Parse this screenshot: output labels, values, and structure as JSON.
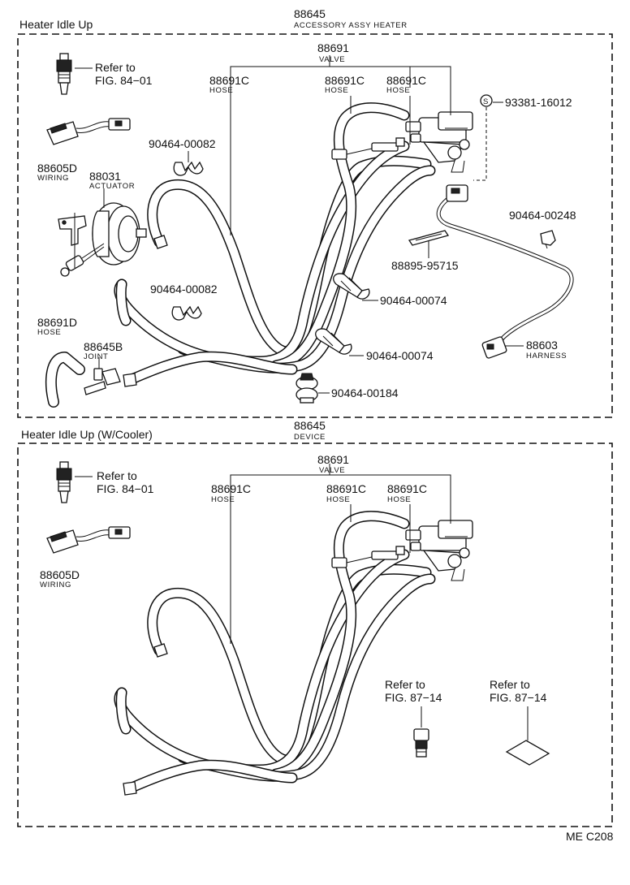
{
  "footer_code": "ME C208",
  "panel1": {
    "section_title": "Heater Idle Up",
    "assy_number": "88645",
    "assy_name": "ACCESSORY ASSY HEATER",
    "valve_number": "88691",
    "valve_name": "VALVE",
    "hose_left_number": "88691C",
    "hose_left_name": "HOSE",
    "hose_mid_number": "88691C",
    "hose_mid_name": "HOSE",
    "hose_right_number": "88691C",
    "hose_right_name": "HOSE",
    "refer_label": "Refer to",
    "refer_fig": "FIG. 84−01",
    "wiring_number": "88605D",
    "wiring_name": "WIRING",
    "actuator_number": "88031",
    "actuator_name": "ACTUATOR",
    "clip_top_number": "90464-00082",
    "clip_mid_number": "90464-00082",
    "hose_d_number": "88691D",
    "hose_d_name": "HOSE",
    "joint_number": "88645B",
    "joint_name": "JOINT",
    "screw_symbol": "S",
    "screw_number": "93381-16012",
    "clip_harness_number": "90464-00248",
    "label_part_number": "88895-95715",
    "clip_a_number": "90464-00074",
    "clip_b_number": "90464-00074",
    "clamp_number": "90464-00184",
    "harness_number": "88603",
    "harness_name": "HARNESS"
  },
  "panel2": {
    "section_title": "Heater Idle Up (W/Cooler)",
    "assy_number": "88645",
    "assy_name": "DEVICE",
    "valve_number": "88691",
    "valve_name": "VALVE",
    "hose_left_number": "88691C",
    "hose_left_name": "HOSE",
    "hose_mid_number": "88691C",
    "hose_mid_name": "HOSE",
    "hose_right_number": "88691C",
    "hose_right_name": "HOSE",
    "refer_label": "Refer to",
    "refer_fig": "FIG. 84−01",
    "wiring_number": "88605D",
    "wiring_name": "WIRING",
    "refer2_label": "Refer to",
    "refer2_fig": "FIG. 87−14",
    "refer3_label": "Refer to",
    "refer3_fig": "FIG. 87−14"
  }
}
